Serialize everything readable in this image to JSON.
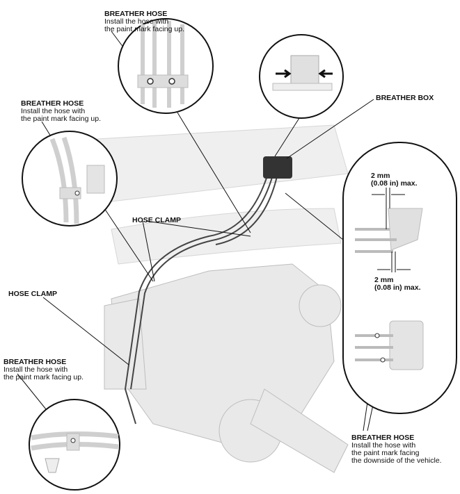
{
  "callouts": {
    "top_hose": {
      "title": "BREATHER HOSE",
      "line1": "Install the hose with",
      "line2": "the paint mark facing up."
    },
    "left_hose": {
      "title": "BREATHER HOSE",
      "line1": "Install the hose with",
      "line2": "the paint mark facing up."
    },
    "bottom_left_hose": {
      "title": "BREATHER HOSE",
      "line1": "Install the hose with",
      "line2": "the paint mark facing up."
    },
    "breather_box": {
      "title": "BREATHER BOX"
    },
    "hose_clamp_upper": {
      "title": "HOSE CLAMP"
    },
    "hose_clamp_lower": {
      "title": "HOSE CLAMP"
    },
    "bottom_right_hose": {
      "title": "BREATHER HOSE",
      "line1": "Install the hose with",
      "line2": "the paint mark facing",
      "line3": "the downside of the vehicle."
    },
    "gap_top": {
      "line1": "2 mm",
      "line2": "(0.08 in) max."
    },
    "gap_bottom": {
      "line1": "2 mm",
      "line2": "(0.08 in) max."
    }
  },
  "colors": {
    "line": "#111111",
    "part": "#e6e6e6",
    "part_edge": "#c8c8c8",
    "box": "#333333"
  }
}
